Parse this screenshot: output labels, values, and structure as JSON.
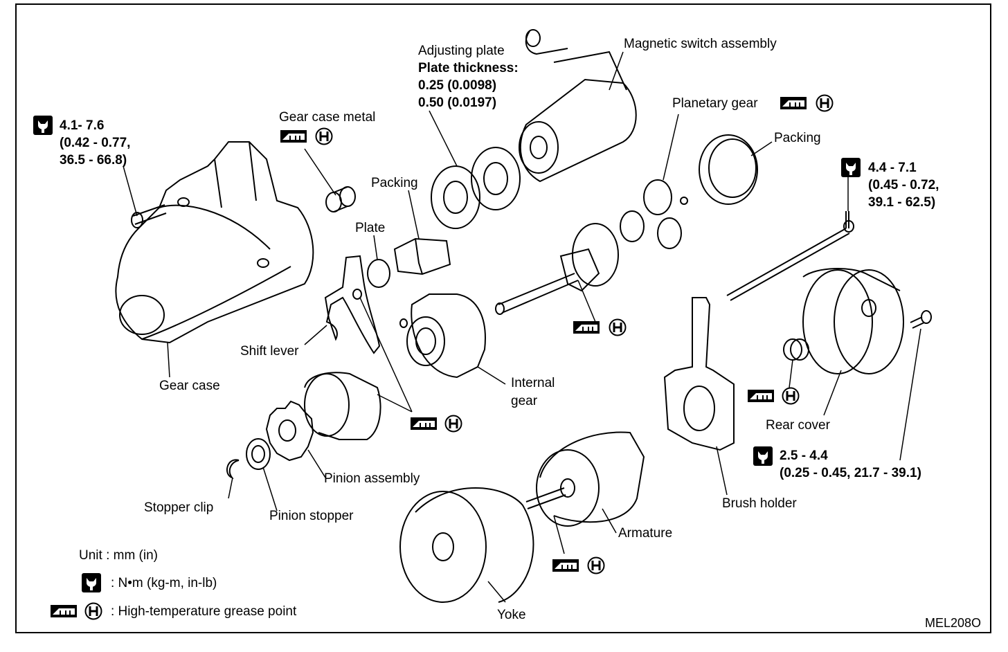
{
  "labels": {
    "magnetic_switch": "Magnetic switch assembly",
    "adjusting_plate": "Adjusting plate",
    "plate_thickness": "Plate thickness:",
    "thickness_1": "0.25 (0.0098)",
    "thickness_2": "0.50 (0.0197)",
    "gear_case_metal": "Gear case metal",
    "planetary_gear": "Planetary gear",
    "packing_top_right": "Packing",
    "packing_mid": "Packing",
    "plate": "Plate",
    "shift_lever": "Shift lever",
    "gear_case": "Gear case",
    "internal_gear": "Internal",
    "internal_gear_2": "gear",
    "pinion_assembly": "Pinion assembly",
    "stopper_clip": "Stopper clip",
    "pinion_stopper": "Pinion stopper",
    "armature": "Armature",
    "yoke": "Yoke",
    "brush_holder": "Brush holder",
    "rear_cover": "Rear cover"
  },
  "torques": {
    "gear_case_bolt": [
      "4.1- 7.6",
      "(0.42 - 0.77,",
      "36.5 - 66.8)"
    ],
    "through_bolt": [
      "4.4 - 7.1",
      "(0.45 - 0.72,",
      "39.1 - 62.5)"
    ],
    "rear_cover_screw": [
      "2.5 - 4.4",
      "(0.25 - 0.45, 21.7 - 39.1)"
    ]
  },
  "legend": {
    "unit": "Unit : mm (in)",
    "torque": ":  N•m  (kg-m,  in-lb)",
    "grease": ":  High-temperature grease point"
  },
  "figure_code": "MEL208O",
  "icons": {
    "torque": "torque-wrench-icon",
    "grease": "grease-point-icon",
    "h_mark": "h-grease-icon"
  }
}
